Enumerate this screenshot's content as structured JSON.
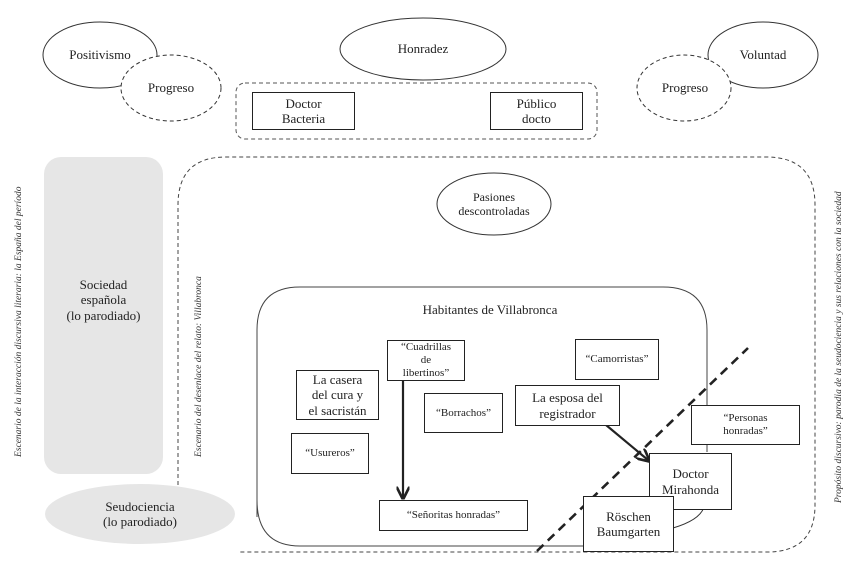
{
  "top": {
    "left_cluster": {
      "main": "Positivismo",
      "secondary": "Progreso"
    },
    "center_cluster": {
      "main": "Honradez",
      "box_left": "Doctor\nBacteria",
      "box_right": "Público\ndocto"
    },
    "right_cluster": {
      "main": "Voluntad",
      "secondary": "Progreso"
    }
  },
  "side_labels": {
    "left_outer": "Escenario de la interacción discursiva literaria: la España del período",
    "left_inner": "Escenario del desenlace del relato: Villabronca",
    "right": "Propósito discursivo: parodia de la seudociencia y sus relaciones con la sociedad"
  },
  "parodied": {
    "society": "Sociedad\nespañola\n(lo parodiado)",
    "pseudoscience": "Seudociencia\n(lo parodiado)"
  },
  "villabronca": {
    "passions": "Pasiones\ndescontroladas",
    "inhabitants_title": "Habitantes de Villabronca",
    "nodes": {
      "casera": "La casera\ndel cura y\nel sacristán",
      "cuadrillas": "“Cuadrillas\nde\nlibertinos”",
      "borrachos": "“Borrachos”",
      "usureros": "“Usureros”",
      "camorristas": "“Camorristas”",
      "esposa": "La esposa del\nregistrador",
      "personas": "“Personas\nhonradas”",
      "senoritas": "“Señoritas honradas”",
      "mirahonda": "Doctor\nMirahonda",
      "roschen": "Röschen\nBaumgarten"
    }
  },
  "edges": [
    {
      "from": "cuadrillas",
      "to": "senoritas",
      "style": "solid-arrow"
    },
    {
      "from": "esposa",
      "to": "mirahonda",
      "style": "solid-arrow"
    },
    {
      "from": "roschen",
      "to": "mirahonda",
      "style": "curved-link"
    }
  ],
  "divider": {
    "style": "heavy-dashed-diagonal"
  },
  "colors": {
    "ink": "#222222",
    "fill_gray": "#e6e6e6",
    "background": "#ffffff"
  }
}
